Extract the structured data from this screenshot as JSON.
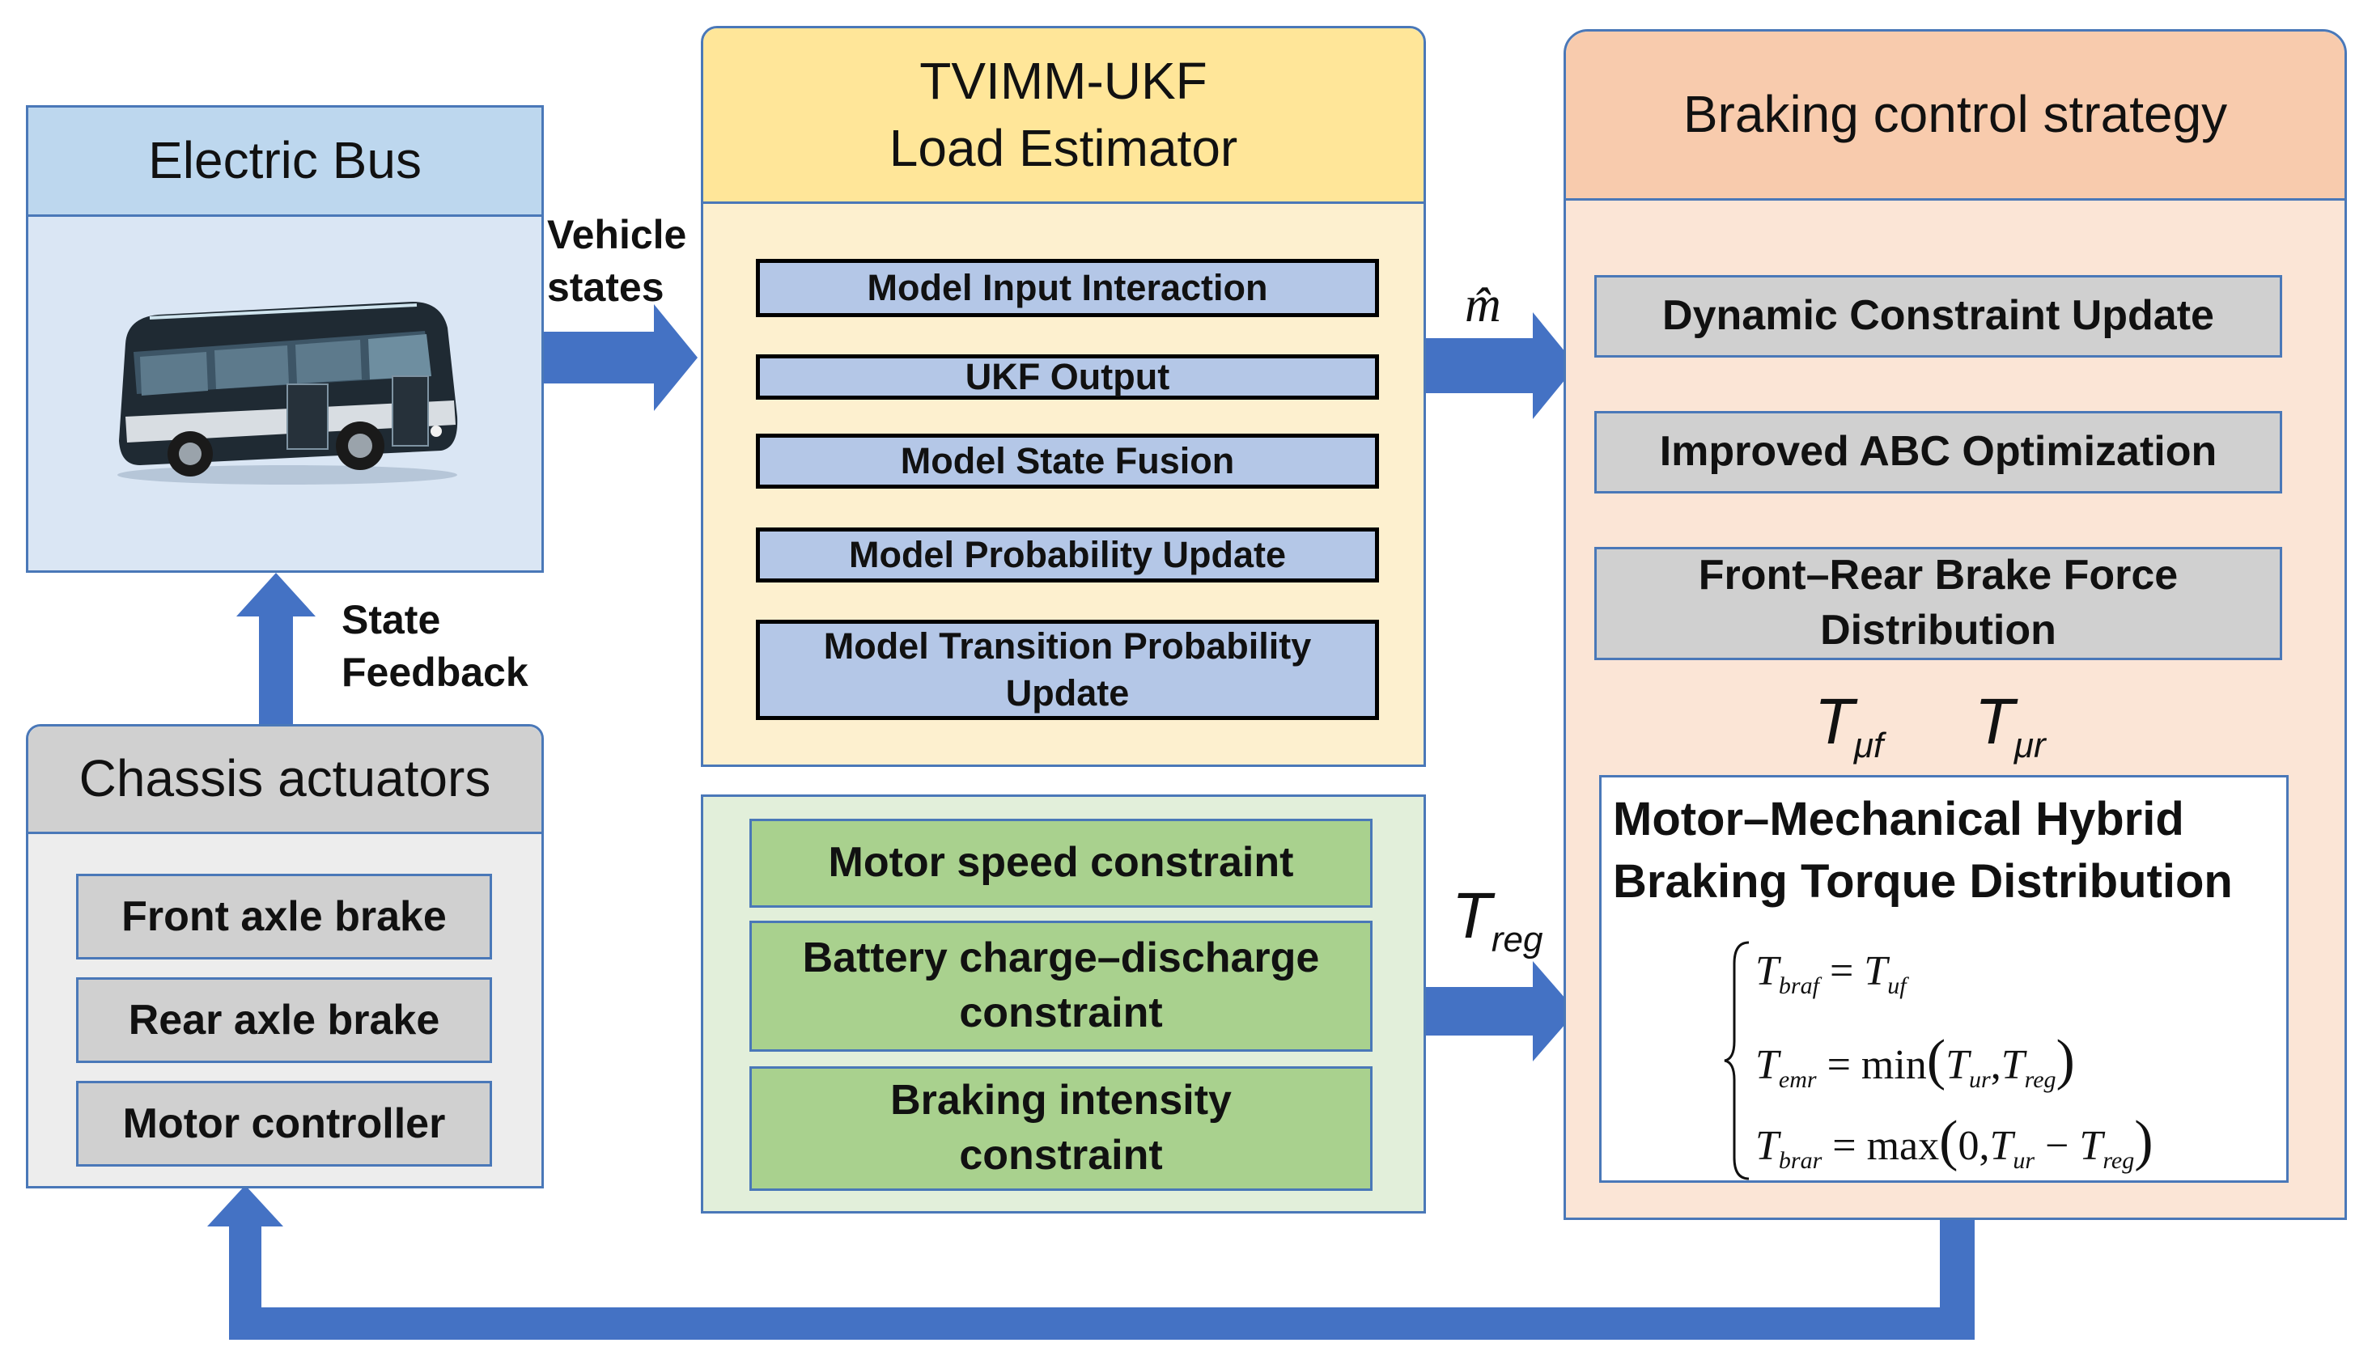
{
  "electric_bus": {
    "title": "Electric Bus"
  },
  "load_estimator": {
    "title_line1": "TVIMM-UKF",
    "title_line2": "Load Estimator",
    "steps": [
      "Model Input Interaction",
      "UKF Output",
      "Model State Fusion",
      "Model Probability Update",
      "Model Transition Probability Update"
    ]
  },
  "constraints": {
    "items": [
      "Motor speed constraint",
      "Battery charge–discharge constraint",
      "Braking intensity constraint"
    ]
  },
  "braking_strategy": {
    "title": "Braking control strategy",
    "steps": [
      "Dynamic Constraint Update",
      "Improved ABC Optimization",
      "Front–Rear Brake Force Distribution"
    ],
    "hybrid_title": "Motor–Mechanical Hybrid Braking Torque Distribution",
    "equations": {
      "eq1_lhs": "T",
      "eq1_lhs_sub": "braf",
      "eq1_rhs": "T",
      "eq1_rhs_sub": "uf",
      "eq2_lhs": "T",
      "eq2_lhs_sub": "emr",
      "eq2_fn": "min",
      "eq2_a": "T",
      "eq2_a_sub": "ur",
      "eq2_b": "T",
      "eq2_b_sub": "reg",
      "eq3_lhs": "T",
      "eq3_lhs_sub": "brar",
      "eq3_fn": "max",
      "eq3_zero": "0",
      "eq3_a": "T",
      "eq3_a_sub": "ur",
      "eq3_b": "T",
      "eq3_b_sub": "reg"
    }
  },
  "chassis": {
    "title": "Chassis actuators",
    "items": [
      "Front axle brake",
      "Rear axle brake",
      "Motor controller"
    ]
  },
  "labels": {
    "vehicle_states": "Vehicle states",
    "state_feedback": "State Feedback",
    "m_hat": "m̂",
    "t_reg": "T",
    "t_reg_sub": "reg",
    "t_uf": "T",
    "t_uf_sub": "μf",
    "t_ur": "T",
    "t_ur_sub": "μr"
  },
  "colors": {
    "arrow_blue": "#4472c4",
    "bus_panel": "#dae6f4",
    "bus_header": "#bdd7ee",
    "estimator_panel": "#fdf0cf",
    "estimator_header": "#ffe699",
    "constraint_panel": "#e2efda",
    "strategy_panel": "#fbe5d6",
    "strategy_header": "#f8cbad",
    "chassis_panel": "#ededed",
    "chassis_header": "#d0d0d0"
  }
}
